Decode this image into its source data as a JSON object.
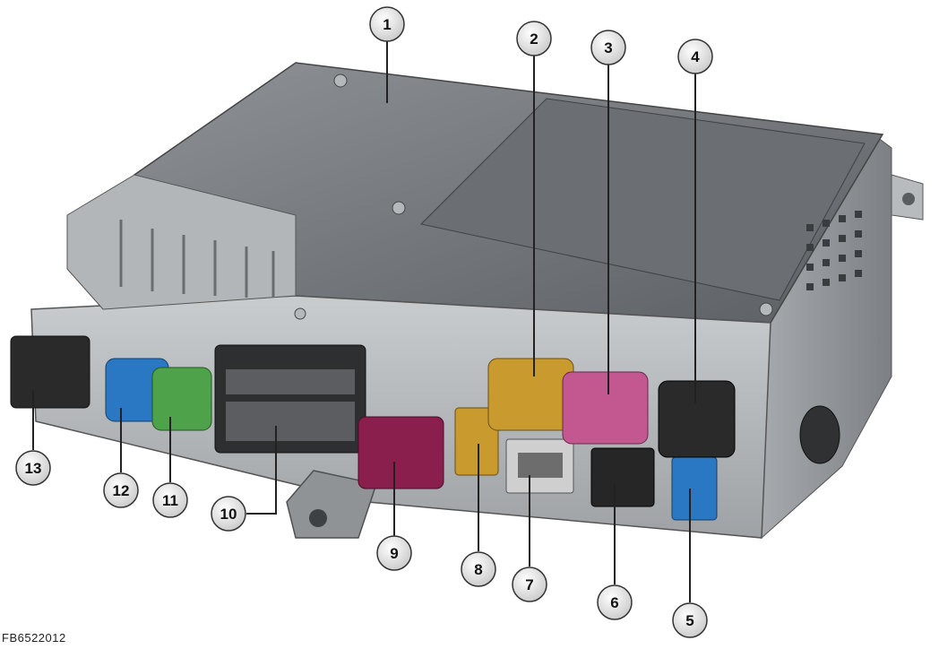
{
  "figure_ref": "FB6522012",
  "callouts": [
    {
      "id": "1",
      "label": "1"
    },
    {
      "id": "2",
      "label": "2"
    },
    {
      "id": "3",
      "label": "3"
    },
    {
      "id": "4",
      "label": "4"
    },
    {
      "id": "5",
      "label": "5"
    },
    {
      "id": "6",
      "label": "6"
    },
    {
      "id": "7",
      "label": "7"
    },
    {
      "id": "8",
      "label": "8"
    },
    {
      "id": "9",
      "label": "9"
    },
    {
      "id": "10",
      "label": "10"
    },
    {
      "id": "11",
      "label": "11"
    },
    {
      "id": "12",
      "label": "12"
    },
    {
      "id": "13",
      "label": "13"
    }
  ],
  "connector_colors": {
    "mustard": "#c99a2e",
    "pink": "#c2588f",
    "black": "#2a2a2a",
    "blue": "#2a78c4",
    "green": "#4ea24a",
    "violet": "#8a1f4e",
    "grey": "#9a9a9a"
  }
}
